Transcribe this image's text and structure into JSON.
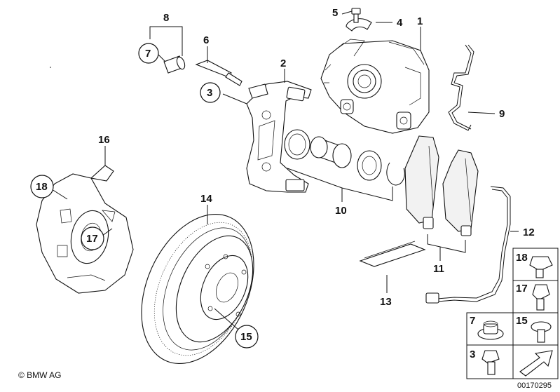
{
  "callouts": {
    "c1": "1",
    "c2": "2",
    "c3": "3",
    "c4": "4",
    "c5": "5",
    "c6": "6",
    "c7": "7",
    "c8": "8",
    "c9": "9",
    "c10": "10",
    "c11": "11",
    "c12": "12",
    "c13": "13",
    "c14": "14",
    "c15": "15",
    "c16": "16",
    "c17": "17",
    "c18": "18"
  },
  "legend": {
    "item18": "18",
    "item17": "17",
    "item7": "7",
    "item15": "15",
    "item3": "3"
  },
  "footer": {
    "copyright": "© BMW AG",
    "diagram_code": "00170295"
  }
}
